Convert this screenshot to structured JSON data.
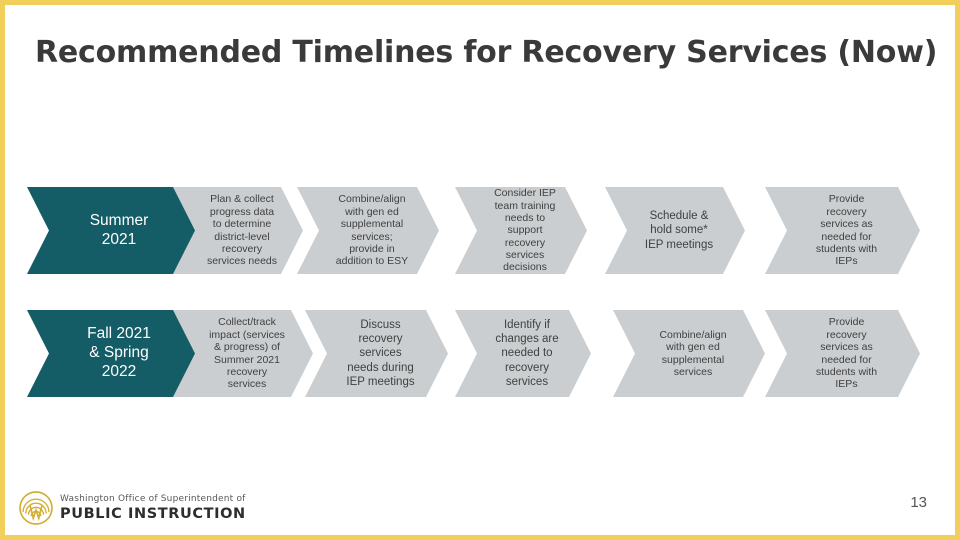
{
  "slide": {
    "title": "Recommended Timelines for Recovery Services (Now)",
    "page_number": "13",
    "border_color": "#f2cf5b",
    "accent_teal": "#145C66",
    "accent_gray": "#cbced0",
    "background": "#ffffff"
  },
  "diagram": {
    "type": "chevron-process",
    "rows": [
      {
        "id": "row-0",
        "period_label": "Summer\n2021",
        "period_label_lines": [
          "Summer",
          "2021"
        ],
        "steps": [
          "Plan & collect progress data to determine district-level recovery services needs",
          "Combine/align with gen ed supplemental services; provide in addition to ESY",
          "Consider IEP team training needs to support recovery services decisions",
          "Schedule & hold some* IEP meetings",
          "Provide recovery services as needed for students with IEPs"
        ],
        "step_lines": [
          [
            "Plan & collect",
            "progress data",
            "to determine",
            "district-level",
            "recovery",
            "services needs"
          ],
          [
            "Combine/align",
            "with gen ed",
            "supplemental",
            "services;",
            "provide in",
            "addition to ESY"
          ],
          [
            "Consider IEP",
            "team training",
            "needs to",
            "support",
            "recovery",
            "services",
            "decisions"
          ],
          [
            "Schedule &",
            "hold some*",
            "IEP meetings"
          ],
          [
            "Provide",
            "recovery",
            "services as",
            "needed for",
            "students with",
            "IEPs"
          ]
        ]
      },
      {
        "id": "row-1",
        "period_label": "Fall 2021\n& Spring\n2022",
        "period_label_lines": [
          "Fall 2021",
          "& Spring",
          "2022"
        ],
        "steps": [
          "Collect/track impact (services & progress) of Summer 2021 recovery services",
          "Discuss recovery services needs during IEP meetings",
          "Identify if changes are needed to recovery services",
          "Combine/align with gen ed supplemental services",
          "Provide recovery services as needed for students with IEPs"
        ],
        "step_lines": [
          [
            "Collect/track",
            "impact (services",
            "& progress) of",
            "Summer 2021",
            "recovery",
            "services"
          ],
          [
            "Discuss",
            "recovery",
            "services",
            "needs during",
            "IEP meetings"
          ],
          [
            "Identify if",
            "changes are",
            "needed to",
            "recovery",
            "services"
          ],
          [
            "Combine/align",
            "with gen ed",
            "supplemental",
            "services"
          ],
          [
            "Provide",
            "recovery",
            "services as",
            "needed for",
            "students with",
            "IEPs"
          ]
        ]
      }
    ]
  },
  "footer": {
    "logo_icon": "ospi-seal-icon",
    "organization_line1": "Washington Office of Superintendent of",
    "organization_line2": "PUBLIC INSTRUCTION",
    "logo_color": "#d4af37"
  }
}
